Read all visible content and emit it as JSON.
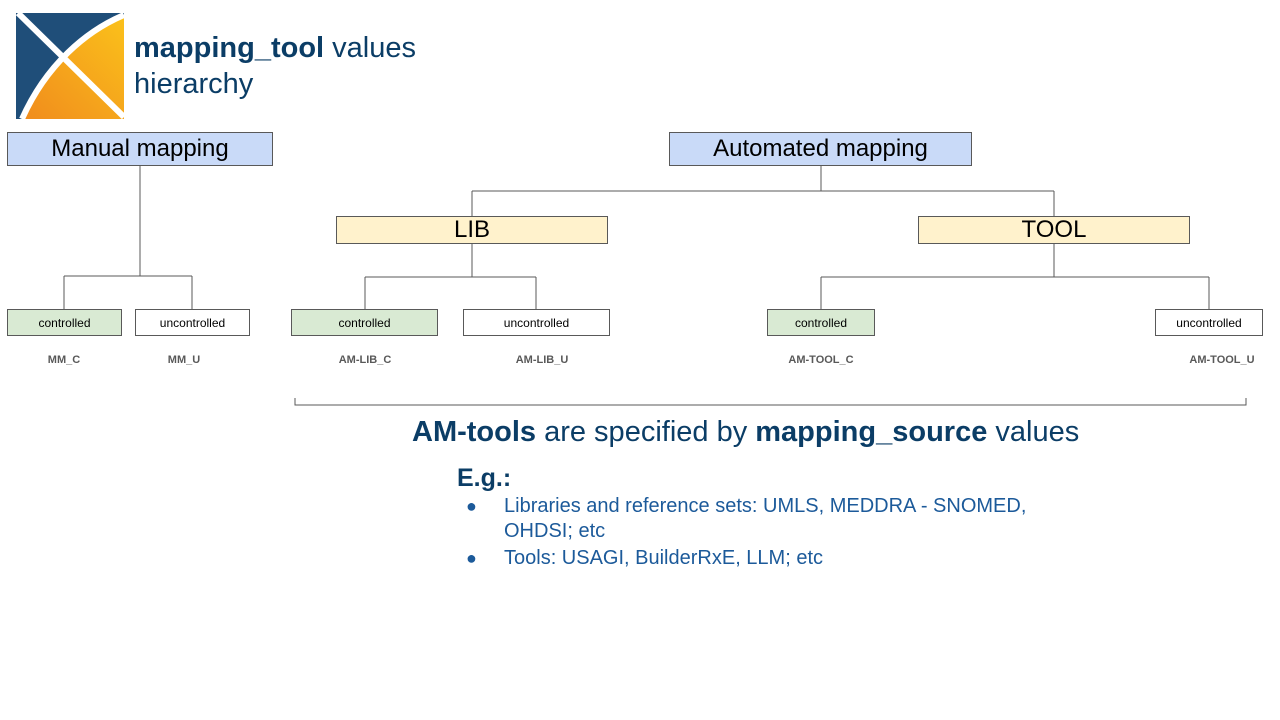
{
  "header": {
    "title_bold": "mapping_tool",
    "title_rest": " values",
    "title_line2": "hierarchy",
    "logo": "ohdsi-logo"
  },
  "tree": {
    "manual": {
      "label": "Manual mapping",
      "controlled": "controlled",
      "uncontrolled": "uncontrolled",
      "code_c": "MM_C",
      "code_u": "MM_U"
    },
    "automated": {
      "label": "Automated mapping",
      "lib": {
        "label": "LIB",
        "controlled": "controlled",
        "uncontrolled": "uncontrolled",
        "code_c": "AM-LIB_C",
        "code_u": "AM-LIB_U"
      },
      "tool": {
        "label": "TOOL",
        "controlled": "controlled",
        "uncontrolled": "uncontrolled",
        "code_c": "AM-TOOL_C",
        "code_u": "AM-TOOL_U"
      }
    }
  },
  "note": {
    "heading_bold1": "AM-tools",
    "heading_mid": " are specified by ",
    "heading_bold2": "mapping_source",
    "heading_end": " values",
    "eg": "E.g.:",
    "bullets": [
      "Libraries and reference sets: UMLS, MEDDRA - SNOMED, OHDSI; etc",
      "Tools: USAGI, BuilderRxE, LLM; etc"
    ]
  },
  "colors": {
    "level1": "#c9daf8",
    "level2": "#fff2cc",
    "controlled": "#d9ead3",
    "title": "#0b3d66",
    "bullet_text": "#1c5a9a"
  }
}
